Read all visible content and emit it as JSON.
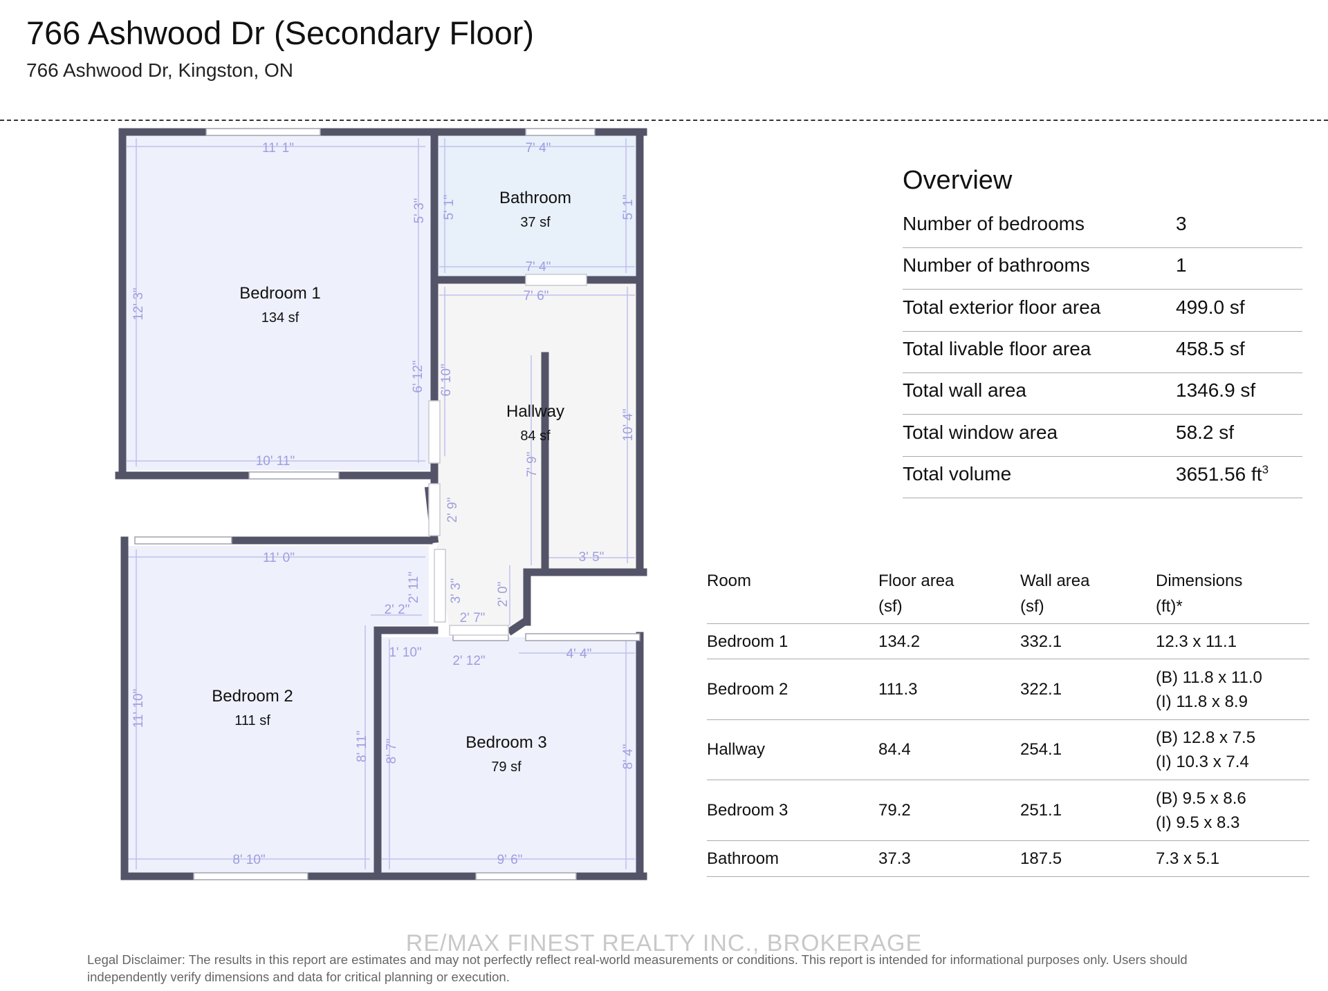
{
  "header": {
    "title": "766 Ashwood Dr (Secondary Floor)",
    "subtitle": "766 Ashwood Dr, Kingston, ON"
  },
  "colors": {
    "wall": "#545469",
    "bedroom_fill": "#eef0fb",
    "bathroom_fill": "#e8f0fa",
    "hallway_fill": "#f5f5f5",
    "dimension": "#9e9ee0"
  },
  "floorplan": {
    "rooms": [
      {
        "name": "Bedroom 1",
        "area": "134 sf"
      },
      {
        "name": "Bathroom",
        "area": "37 sf"
      },
      {
        "name": "Hallway",
        "area": "84 sf"
      },
      {
        "name": "Bedroom 2",
        "area": "111 sf"
      },
      {
        "name": "Bedroom 3",
        "area": "79 sf"
      }
    ],
    "dimensions": [
      "11' 1\"",
      "5' 3\"",
      "12' 3\"",
      "6' 12\"",
      "10' 11\"",
      "7' 4\"",
      "5' 1\"",
      "5' 1\"",
      "7' 4\"",
      "7' 6\"",
      "6' 10\"",
      "10' 4\"",
      "7' 9\"",
      "2' 9\"",
      "3' 5\"",
      "3' 3\"",
      "2' 0\"",
      "2' 7\"",
      "2' 12\"",
      "2' 11\"",
      "2' 2\"",
      "11' 0\"",
      "11' 10\"",
      "8' 11\"",
      "8' 10\"",
      "1' 10\"",
      "8' 7\"",
      "4' 4\"",
      "8' 4\"",
      "9' 6\""
    ]
  },
  "overview": {
    "title": "Overview",
    "rows": [
      {
        "label": "Number of bedrooms",
        "value": "3"
      },
      {
        "label": "Number of bathrooms",
        "value": "1"
      },
      {
        "label": "Total exterior floor area",
        "value": "499.0 sf"
      },
      {
        "label": "Total livable floor area",
        "value": "458.5 sf"
      },
      {
        "label": "Total wall area",
        "value": "1346.9 sf"
      },
      {
        "label": "Total window area",
        "value": "58.2 sf"
      },
      {
        "label": "Total volume",
        "value": "3651.56 ft",
        "unit_sup": "3"
      }
    ]
  },
  "room_table": {
    "headers": {
      "room": "Room",
      "floor_area": "Floor area",
      "floor_area_unit": "(sf)",
      "wall_area": "Wall area",
      "wall_area_unit": "(sf)",
      "dimensions": "Dimensions",
      "dimensions_unit": "(ft)*"
    },
    "rows": [
      {
        "room": "Bedroom 1",
        "floor_area": "134.2",
        "wall_area": "332.1",
        "dim1": "12.3 x 11.1",
        "dim2": ""
      },
      {
        "room": "Bedroom 2",
        "floor_area": "111.3",
        "wall_area": "322.1",
        "dim1": "(B) 11.8 x 11.0",
        "dim2": "(I) 11.8 x 8.9"
      },
      {
        "room": "Hallway",
        "floor_area": "84.4",
        "wall_area": "254.1",
        "dim1": "(B) 12.8 x 7.5",
        "dim2": "(I) 10.3 x 7.4"
      },
      {
        "room": "Bedroom 3",
        "floor_area": "79.2",
        "wall_area": "251.1",
        "dim1": "(B) 9.5 x 8.6",
        "dim2": "(I) 9.5 x 8.3"
      },
      {
        "room": "Bathroom",
        "floor_area": "37.3",
        "wall_area": "187.5",
        "dim1": "7.3 x 5.1",
        "dim2": ""
      }
    ]
  },
  "footer": {
    "watermark": "RE/MAX FINEST REALTY INC., BROKERAGE",
    "disclaimer": "Legal Disclaimer: The results in this report are estimates and may not perfectly reflect real-world measurements or conditions. This report is intended for informational purposes only. Users should independently verify dimensions and data for critical planning or execution."
  }
}
